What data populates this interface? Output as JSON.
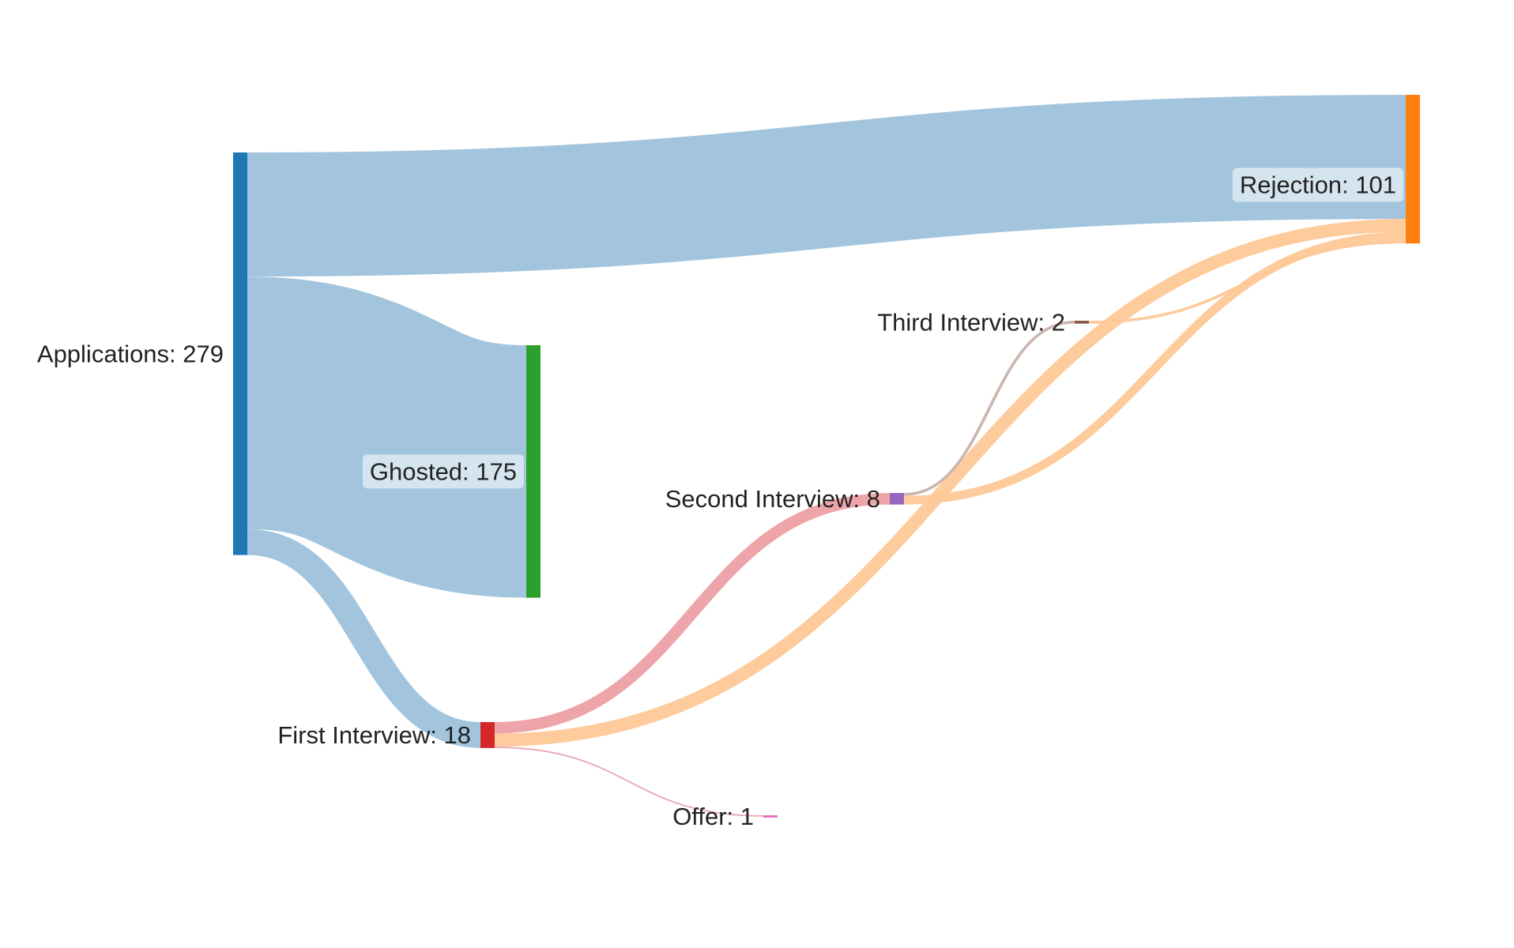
{
  "chart_data": {
    "type": "sankey",
    "nodes": [
      {
        "id": "applications",
        "label": "Applications: 279",
        "color": "#1f77b4"
      },
      {
        "id": "ghosted",
        "label": "Ghosted: 175",
        "color": "#2ca02c"
      },
      {
        "id": "first",
        "label": "First Interview: 18",
        "color": "#d62728"
      },
      {
        "id": "second",
        "label": "Second Interview: 8",
        "color": "#9467bd"
      },
      {
        "id": "third",
        "label": "Third Interview: 2",
        "color": "#8c564b"
      },
      {
        "id": "offer",
        "label": "Offer: 1",
        "color": "#e377c2"
      },
      {
        "id": "rejection",
        "label": "Rejection: 101",
        "color": "#ff7f0e"
      }
    ],
    "links": [
      {
        "source": "applications",
        "target": "rejection",
        "value": 86,
        "color": "#9dc2db"
      },
      {
        "source": "applications",
        "target": "ghosted",
        "value": 175,
        "color": "#9dc2db"
      },
      {
        "source": "applications",
        "target": "first",
        "value": 18,
        "color": "#9dc2db"
      },
      {
        "source": "first",
        "target": "second",
        "value": 8,
        "color": "#eda0a5"
      },
      {
        "source": "first",
        "target": "rejection",
        "value": 9,
        "color": "#fec897"
      },
      {
        "source": "first",
        "target": "offer",
        "value": 1,
        "color": "#e6a3ad"
      },
      {
        "source": "second",
        "target": "third",
        "value": 2,
        "color": "#c8b2ab"
      },
      {
        "source": "second",
        "target": "rejection",
        "value": 6,
        "color": "#fec897"
      },
      {
        "source": "third",
        "target": "rejection",
        "value": 2,
        "color": "#fec897"
      }
    ]
  }
}
